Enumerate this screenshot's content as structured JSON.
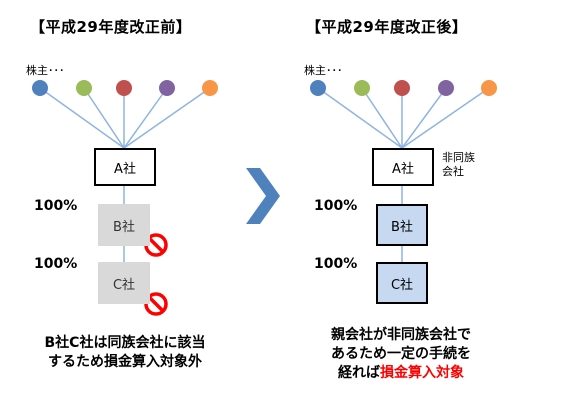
{
  "left": {
    "title": "【平成29年度改正前】",
    "shareholders_label": "株主･･･",
    "company_a": "A社",
    "pct_b": "100%",
    "company_b": "B社",
    "pct_c": "100%",
    "company_c": "C社",
    "caption_line1": "B社C社は同族会社に該当",
    "caption_line2": "するため損金算入対象外"
  },
  "right": {
    "title": "【平成29年度改正後】",
    "shareholders_label": "株主･･･",
    "company_a": "A社",
    "non_family_line1": "非同族",
    "non_family_line2": "会社",
    "pct_b": "100%",
    "company_b": "B社",
    "pct_c": "100%",
    "company_c": "C社",
    "caption_line1": "親会社が非同族会社で",
    "caption_line2": "あるため一定の手続を",
    "caption_line3_prefix": "経れば",
    "caption_line3_highlight": "損金算入対象"
  },
  "colors": {
    "shareholder_colors": [
      "#4f81bd",
      "#9bbb59",
      "#c0504d",
      "#8064a2",
      "#f79646"
    ],
    "line": "#8eb4e3",
    "arrow": "#4f81bd",
    "prohibit": "#ff0000"
  },
  "icons": {
    "arrow": "right-arrow-icon",
    "prohibit": "prohibition-icon"
  }
}
